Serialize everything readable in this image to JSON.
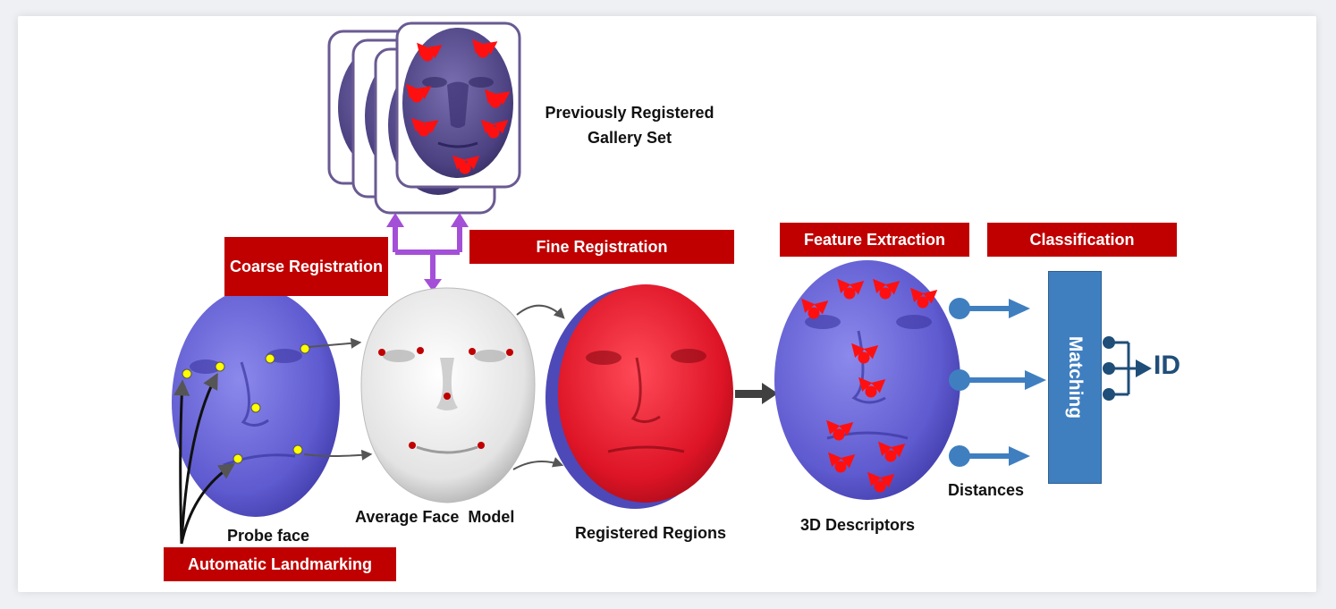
{
  "labels": {
    "coarse_registration": "Coarse Registration",
    "fine_registration": "Fine Registration",
    "feature_extraction": "Feature Extraction",
    "classification": "Classification",
    "automatic_landmarking": "Automatic Landmarking",
    "gallery_line1": "Previously Registered",
    "gallery_line2": "Gallery Set",
    "probe_face": "Probe face",
    "average_face_model": "Average Face  Model",
    "registered_regions": "Registered Regions",
    "descriptors": "3D Descriptors",
    "distances": "Distances",
    "matching": "Matching",
    "id": "ID"
  },
  "colors": {
    "label_red": "#c00000",
    "probe_face_blue": "#6b67d8",
    "registered_red": "#e01a2a",
    "gallery_purple": "#5a4c86",
    "connector_purple": "#a44fd8",
    "flow_blue": "#3f7fc0",
    "dark_blue": "#1f4e79",
    "landmark_yellow": "#ffff00"
  }
}
